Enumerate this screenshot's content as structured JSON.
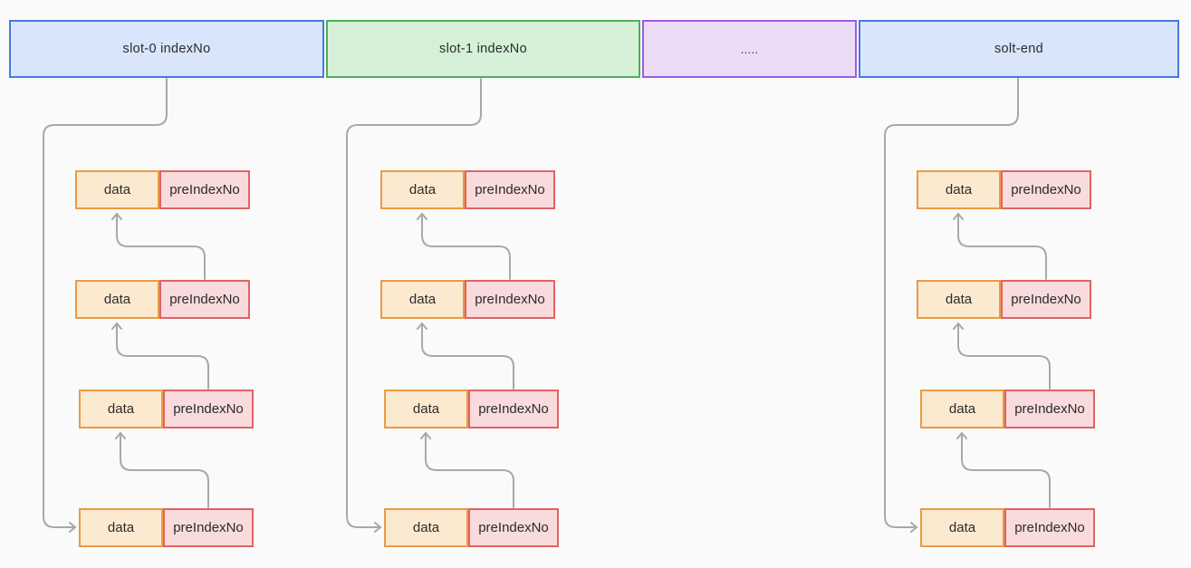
{
  "diagram": {
    "slots": [
      {
        "label": "slot-0 indexNo",
        "scheme": "blue",
        "fill": "#d8e5fa",
        "border": "#4779e0"
      },
      {
        "label": "slot-1 indexNo",
        "scheme": "green",
        "fill": "#d6f0d8",
        "border": "#4cb05a"
      },
      {
        "label": ".....",
        "scheme": "purple",
        "fill": "#ecdcf7",
        "border": "#9d5ce0"
      },
      {
        "label": "solt-end",
        "scheme": "blue",
        "fill": "#d8e5fa",
        "border": "#4779e0"
      }
    ],
    "chains": [
      {
        "slot": "slot-0 indexNo",
        "nodes": [
          {
            "data": "data",
            "pre": "preIndexNo"
          },
          {
            "data": "data",
            "pre": "preIndexNo"
          },
          {
            "data": "data",
            "pre": "preIndexNo"
          },
          {
            "data": "data",
            "pre": "preIndexNo"
          }
        ]
      },
      {
        "slot": "slot-1 indexNo",
        "nodes": [
          {
            "data": "data",
            "pre": "preIndexNo"
          },
          {
            "data": "data",
            "pre": "preIndexNo"
          },
          {
            "data": "data",
            "pre": "preIndexNo"
          },
          {
            "data": "data",
            "pre": "preIndexNo"
          }
        ]
      },
      {
        "slot": "solt-end",
        "nodes": [
          {
            "data": "data",
            "pre": "preIndexNo"
          },
          {
            "data": "data",
            "pre": "preIndexNo"
          },
          {
            "data": "data",
            "pre": "preIndexNo"
          },
          {
            "data": "data",
            "pre": "preIndexNo"
          }
        ]
      }
    ],
    "node_colors": {
      "data_fill": "#fcead0",
      "data_border": "#e99c42",
      "pre_fill": "#f9dbde",
      "pre_border": "#e16363"
    },
    "connector_color": "#a8a8a8",
    "background": "#fafafa"
  }
}
